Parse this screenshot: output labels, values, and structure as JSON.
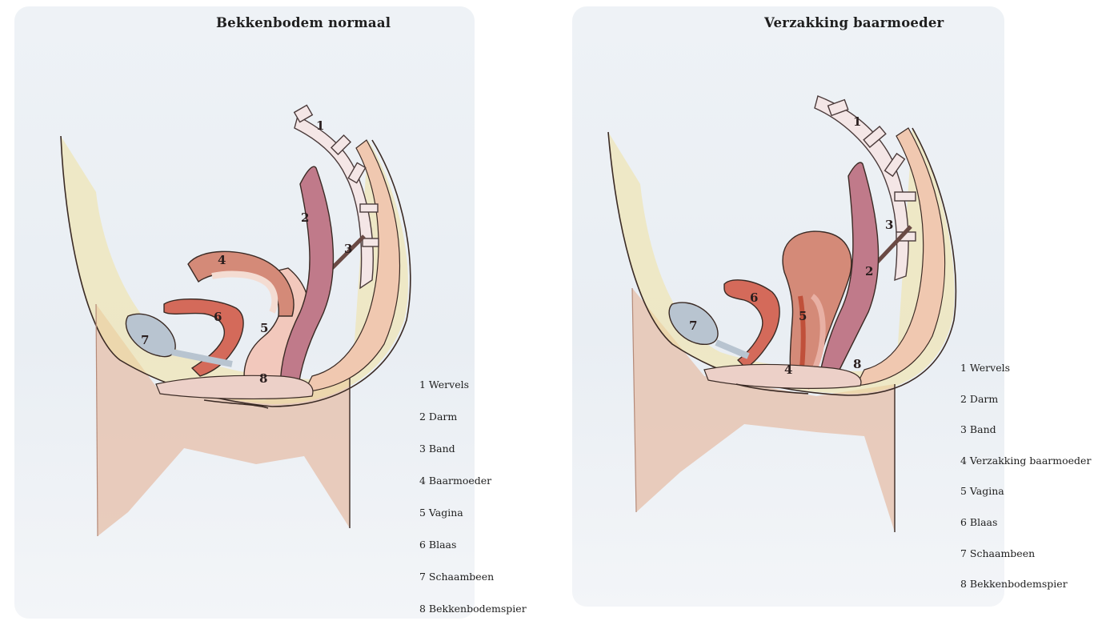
{
  "left": {
    "title": "Bekkenbodem normaal",
    "markers": [
      "1",
      "2",
      "3",
      "4",
      "5",
      "6",
      "7",
      "8"
    ],
    "legend": [
      "1 Wervels",
      "2 Darm",
      "3 Band",
      "4 Baarmoeder",
      "5 Vagina",
      "6 Blaas",
      "7 Schaambeen",
      "8 Bekkenbodemspier"
    ]
  },
  "right": {
    "title": "Verzakking baarmoeder",
    "markers": [
      "1",
      "2",
      "3",
      "4",
      "5",
      "6",
      "7",
      "8"
    ],
    "legend": [
      "1 Wervels",
      "2 Darm",
      "3 Band",
      "4 Verzakking baarmoeder",
      "5 Vagina",
      "6 Blaas",
      "7 Schaambeen",
      "8 Bekkenbodemspier"
    ]
  }
}
